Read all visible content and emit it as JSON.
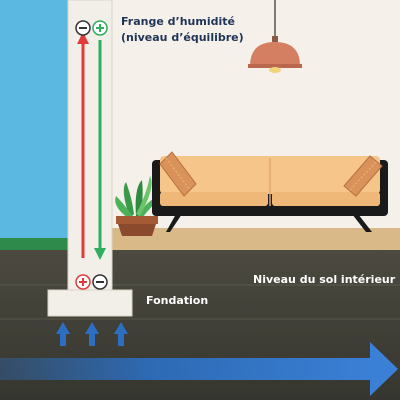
{
  "labels": {
    "frange_line1": "Frange d’humidité",
    "frange_line2": "(niveau d’équilibre)",
    "niveau_sol": "Niveau du sol intérieur",
    "fondation": "Fondation"
  },
  "wall_top_symbols": {
    "left": "minus",
    "right": "plus"
  },
  "wall_bottom_symbols": {
    "left": "plus",
    "right": "minus"
  },
  "colors": {
    "sky": "#5bb8e0",
    "wall": "#f2efe8",
    "interior_wall": "#f5f1ea",
    "floor": "#d9b987",
    "soil_top": "#4c4a40",
    "soil_bottom": "#3a3b33",
    "grass": "#2d8a4b",
    "red_arrow": "#e23b3b",
    "green_arrow": "#2fae5e",
    "blue_arrow": "#2c6fc2",
    "sofa": "#f6c58a",
    "sofa_base": "#1a1a1a",
    "lamp": "#d47f62",
    "label_text": "#1f3557"
  },
  "icons": [
    "minus-circle-icon",
    "plus-circle-icon",
    "lamp-icon",
    "plant-icon",
    "sofa-icon",
    "cushion-icon",
    "water-flow-arrow-icon",
    "upward-arrow-icon"
  ]
}
